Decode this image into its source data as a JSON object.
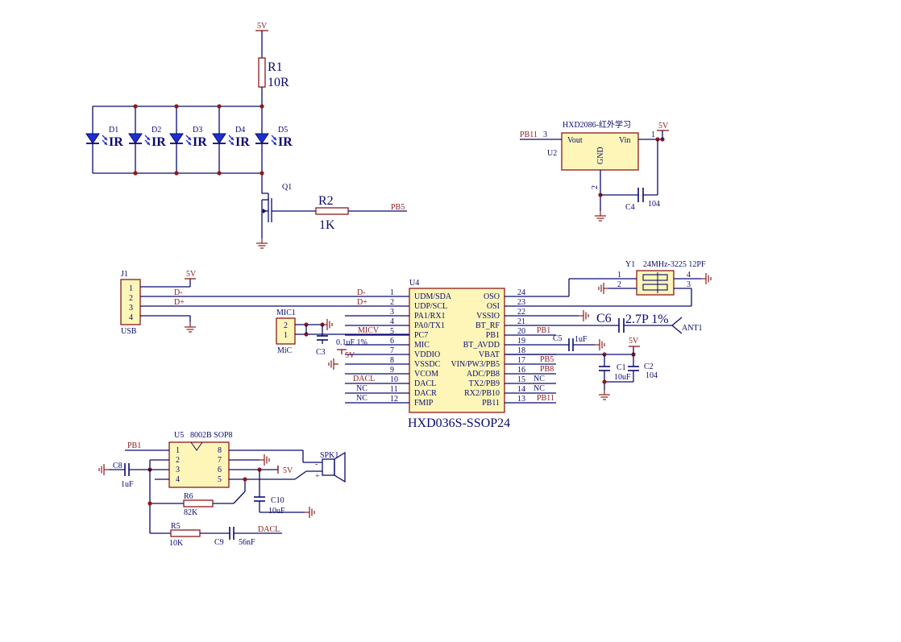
{
  "colors": {
    "wire": "#0a0a70",
    "net": "#8b1a1a",
    "chip_fill": "#fdf6b8"
  },
  "ir_section": {
    "supply": "5V",
    "r1": {
      "ref": "R1",
      "value": "10R"
    },
    "leds": [
      {
        "ref": "D1",
        "label": "IR"
      },
      {
        "ref": "D2",
        "label": "IR"
      },
      {
        "ref": "D3",
        "label": "IR"
      },
      {
        "ref": "D4",
        "label": "IR"
      },
      {
        "ref": "D5",
        "label": "IR"
      }
    ],
    "q1": "Q1",
    "r2": {
      "ref": "R2",
      "value": "1K"
    },
    "net_pb5": "PB5"
  },
  "receiver": {
    "title": "HXD2086-红外学习",
    "ref": "U2",
    "vout": "Vout",
    "vin": "Vin",
    "gnd": "GND",
    "pin3": "3",
    "pin1": "1",
    "pin2": "2",
    "net_pb11": "PB11",
    "supply": "5V",
    "cap_ref": "C4",
    "cap_value": "104"
  },
  "usb": {
    "ref": "J1",
    "name": "USB",
    "pins": [
      "1",
      "2",
      "3",
      "4"
    ],
    "supply": "5V",
    "dm": "D-",
    "dp": "D+"
  },
  "mic": {
    "ref": "MIC1",
    "name": "MiC",
    "pins": [
      "2",
      "1"
    ],
    "cap_ref": "C3",
    "cap_value": "0.1uF 1%",
    "net_micv": "MICV",
    "supply": "5V"
  },
  "main_ic": {
    "ref": "U4",
    "name": "HXD036S-SSOP24",
    "left_pins": [
      {
        "num": "1",
        "name": "UDM/SDA"
      },
      {
        "num": "2",
        "name": "UDP/SCL"
      },
      {
        "num": "3",
        "name": "PA1/RX1"
      },
      {
        "num": "4",
        "name": "PA0/TX1"
      },
      {
        "num": "5",
        "name": "PC7"
      },
      {
        "num": "6",
        "name": "MIC"
      },
      {
        "num": "7",
        "name": "VDDIO"
      },
      {
        "num": "8",
        "name": "VSSDC"
      },
      {
        "num": "9",
        "name": "VCOM"
      },
      {
        "num": "10",
        "name": "DACL"
      },
      {
        "num": "11",
        "name": "DACR"
      },
      {
        "num": "12",
        "name": "FMIP"
      }
    ],
    "right_pins": [
      {
        "num": "24",
        "name": "OSO"
      },
      {
        "num": "23",
        "name": "OSI"
      },
      {
        "num": "22",
        "name": "VSSIO"
      },
      {
        "num": "21",
        "name": "BT_RF"
      },
      {
        "num": "20",
        "name": "PB1"
      },
      {
        "num": "19",
        "name": "BT_AVDD"
      },
      {
        "num": "18",
        "name": "VBAT"
      },
      {
        "num": "17",
        "name": "VIN/PW3/PB5"
      },
      {
        "num": "16",
        "name": "ADC/PB8"
      },
      {
        "num": "15",
        "name": "TX2/PB9"
      },
      {
        "num": "14",
        "name": "RX2/PB10"
      },
      {
        "num": "13",
        "name": "PB11"
      }
    ],
    "left_nets": {
      "d_minus": "D-",
      "d_plus": "D+",
      "micv": "MICV",
      "vdd": "5V",
      "dacl": "DACL",
      "nc11": "NC",
      "nc12": "NC"
    },
    "right_nets": {
      "pb1": "PB1",
      "pb5": "PB5",
      "pb8": "PB8",
      "nc15": "NC",
      "nc14": "NC",
      "pb11": "PB11"
    }
  },
  "crystal": {
    "ref": "Y1",
    "value": "24MHz-3225 12PF",
    "pins": [
      "1",
      "2",
      "4",
      "3"
    ]
  },
  "rf": {
    "c6_ref": "C6",
    "c6_value": "2.7P 1%",
    "antenna": "ANT1",
    "c5_ref": "C5",
    "c5_value": "1uF",
    "vbat_supply": "5V",
    "c1_ref": "C1",
    "c1_value": "10uF",
    "c2_ref": "C2",
    "c2_value": "104"
  },
  "amp": {
    "ref": "U5",
    "name": "8002B SOP8",
    "left_pins": [
      "1",
      "2",
      "3",
      "4"
    ],
    "right_pins": [
      "8",
      "7",
      "6",
      "5"
    ],
    "net_pb1": "PB1",
    "c8_ref": "C8",
    "c8_value": "1uF",
    "supply": "5V",
    "spk_ref": "SPK1",
    "spk_minus": "-",
    "spk_plus": "+",
    "c10_ref": "C10",
    "c10_value": "10uF",
    "r6_ref": "R6",
    "r6_value": "82K",
    "r5_ref": "R5",
    "r5_value": "10K",
    "c9_ref": "C9",
    "c9_value": "56nF",
    "net_dacl": "DACL"
  }
}
